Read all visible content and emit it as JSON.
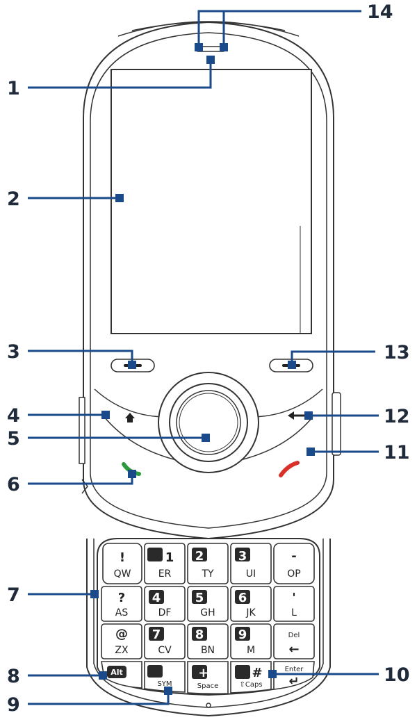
{
  "callouts": [
    "1",
    "2",
    "3",
    "4",
    "5",
    "6",
    "7",
    "8",
    "9",
    "10",
    "11",
    "12",
    "13",
    "14"
  ],
  "keys": {
    "row1": [
      {
        "top": "!",
        "bottom": "QW"
      },
      {
        "top": "1",
        "bottom": "ER"
      },
      {
        "top": "2",
        "bottom": "TY"
      },
      {
        "top": "3",
        "bottom": "UI"
      },
      {
        "top": "-",
        "bottom": "OP"
      }
    ],
    "row2": [
      {
        "top": "?",
        "bottom": "AS"
      },
      {
        "top": "4",
        "bottom": "DF"
      },
      {
        "top": "5",
        "bottom": "GH"
      },
      {
        "top": "6",
        "bottom": "JK"
      },
      {
        "top": "'",
        "bottom": "L"
      }
    ],
    "row3": [
      {
        "top": "@",
        "bottom": "ZX"
      },
      {
        "top": "7",
        "bottom": "CV"
      },
      {
        "top": "8",
        "bottom": "BN"
      },
      {
        "top": "9",
        "bottom": "M"
      },
      {
        "top": "Del",
        "bottom": "←"
      }
    ],
    "row4": [
      {
        "top": "Alt",
        "bottom": ""
      },
      {
        "top": "",
        "bottom": "SYM"
      },
      {
        "top": "+0",
        "bottom": "Space"
      },
      {
        "top": "#",
        "bottom": "⇧Caps"
      },
      {
        "top": "Enter",
        "bottom": "↵"
      }
    ]
  },
  "icons": {
    "home": "home-icon",
    "back": "back-arrow-icon",
    "call": "call-icon",
    "end_call": "end-call-icon"
  },
  "colors": {
    "callout_line": "#1a4a8a",
    "call_green": "#2e9a3e",
    "end_red": "#d9302a"
  }
}
